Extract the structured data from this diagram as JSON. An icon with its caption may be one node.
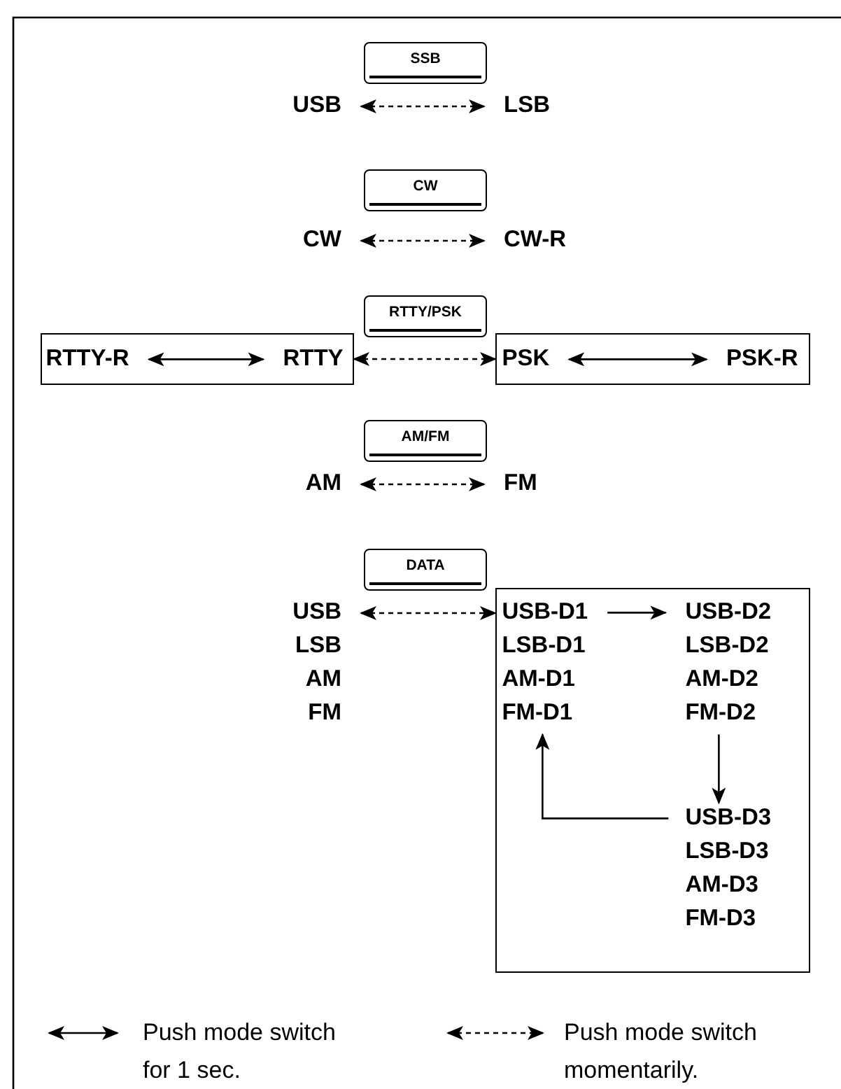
{
  "diagram": {
    "nodes": [
      {
        "text": [
          "SSB"
        ]
      },
      {
        "text": [
          "USB"
        ]
      },
      {
        "text": [
          "LSB"
        ]
      },
      {
        "text": [
          "CW"
        ]
      },
      {
        "text": [
          "CW"
        ]
      },
      {
        "text": [
          "CW-R"
        ]
      },
      {
        "text": [
          "RTTY/PSK"
        ]
      },
      {
        "text": [],
        "shape": "box"
      },
      {
        "text": [
          "RTTY-R"
        ],
        "in": 7
      },
      {
        "text": [
          "RTTY"
        ],
        "in": 7
      },
      {
        "text": [],
        "shape": "box"
      },
      {
        "text": [
          "PSK"
        ],
        "in": 10
      },
      {
        "text": [
          "PSK-R"
        ],
        "in": 10
      },
      {
        "text": [
          "AM/FM"
        ]
      },
      {
        "text": [
          "AM"
        ]
      },
      {
        "text": [
          "FM"
        ]
      },
      {
        "text": [
          "DATA"
        ]
      },
      {
        "text": [
          "USB",
          "LSB",
          "AM",
          "FM"
        ]
      },
      {
        "text": [],
        "shape": "box"
      },
      {
        "text": [
          "USB-D1",
          "LSB-D1",
          "AM-D1",
          "FM-D1"
        ],
        "in": 18
      },
      {
        "text": [
          "USB-D2",
          "LSB-D2",
          "AM-D2",
          "FM-D2"
        ],
        "in": 18
      },
      {
        "text": [
          "USB-D3",
          "LSB-D3",
          "AM-D3",
          "FM-D3"
        ],
        "in": 18
      }
    ],
    "edges": [
      {
        "from": 1,
        "to": 2,
        "arrow": "both",
        "style": "dashed"
      },
      {
        "from": 4,
        "to": 5,
        "arrow": "both",
        "style": "dashed"
      },
      {
        "from": 8,
        "to": 9,
        "arrow": "both"
      },
      {
        "from": 7,
        "to": 10,
        "arrow": "both",
        "style": "dashed"
      },
      {
        "from": 11,
        "to": 12,
        "arrow": "both"
      },
      {
        "from": 14,
        "to": 15,
        "arrow": "both",
        "style": "dashed"
      },
      {
        "from": 17,
        "to": 18,
        "arrow": "both",
        "style": "dashed"
      },
      {
        "from": 19,
        "to": 20,
        "arrow": "to"
      },
      {
        "from": 20,
        "to": 21,
        "arrow": "to"
      },
      {
        "from": 21,
        "to": 19,
        "arrow": "to"
      }
    ],
    "legend": [
      {
        "text": "Push mode switch for 1 sec."
      },
      {
        "text": "Push mode switch momentarily."
      }
    ]
  }
}
